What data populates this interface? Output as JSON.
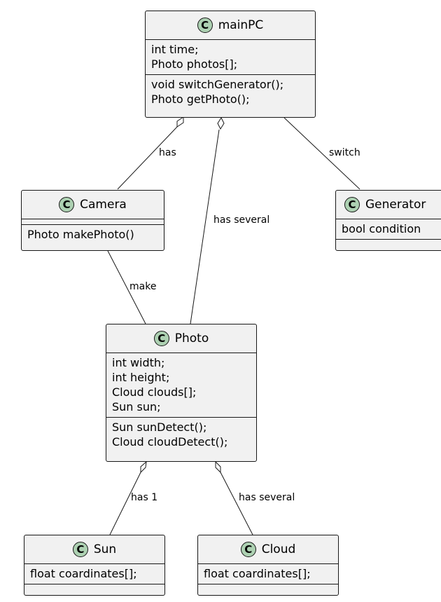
{
  "classes": {
    "mainpc": {
      "name": "mainPC",
      "badge": "C",
      "attributes": [
        "int time;",
        "Photo photos[];"
      ],
      "methods": [
        "void switchGenerator();",
        "Photo getPhoto();"
      ]
    },
    "camera": {
      "name": "Camera",
      "badge": "C",
      "attributes": [],
      "methods": [
        "Photo makePhoto()"
      ]
    },
    "generator": {
      "name": "Generator",
      "badge": "C",
      "attributes": [
        "bool condition"
      ],
      "methods": []
    },
    "photo": {
      "name": "Photo",
      "badge": "C",
      "attributes": [
        "int width;",
        "int height;",
        "Cloud clouds[];",
        "Sun sun;"
      ],
      "methods": [
        "Sun sunDetect();",
        "Cloud cloudDetect();"
      ]
    },
    "sun": {
      "name": "Sun",
      "badge": "C",
      "attributes": [
        "float coardinates[];"
      ],
      "methods": []
    },
    "cloud": {
      "name": "Cloud",
      "badge": "C",
      "attributes": [
        "float coardinates[];"
      ],
      "methods": []
    }
  },
  "relations": {
    "mainpc_camera": {
      "label": "has",
      "type": "aggregation"
    },
    "mainpc_photo": {
      "label": "has several",
      "type": "aggregation"
    },
    "mainpc_generator": {
      "label": "switch",
      "type": "association"
    },
    "camera_photo": {
      "label": "make",
      "type": "association"
    },
    "photo_sun": {
      "label": "has 1",
      "type": "aggregation"
    },
    "photo_cloud": {
      "label": "has several",
      "type": "aggregation"
    }
  },
  "colors": {
    "class_fill": "#f1f1f1",
    "badge_fill": "#add1b2",
    "stroke": "#181818"
  }
}
